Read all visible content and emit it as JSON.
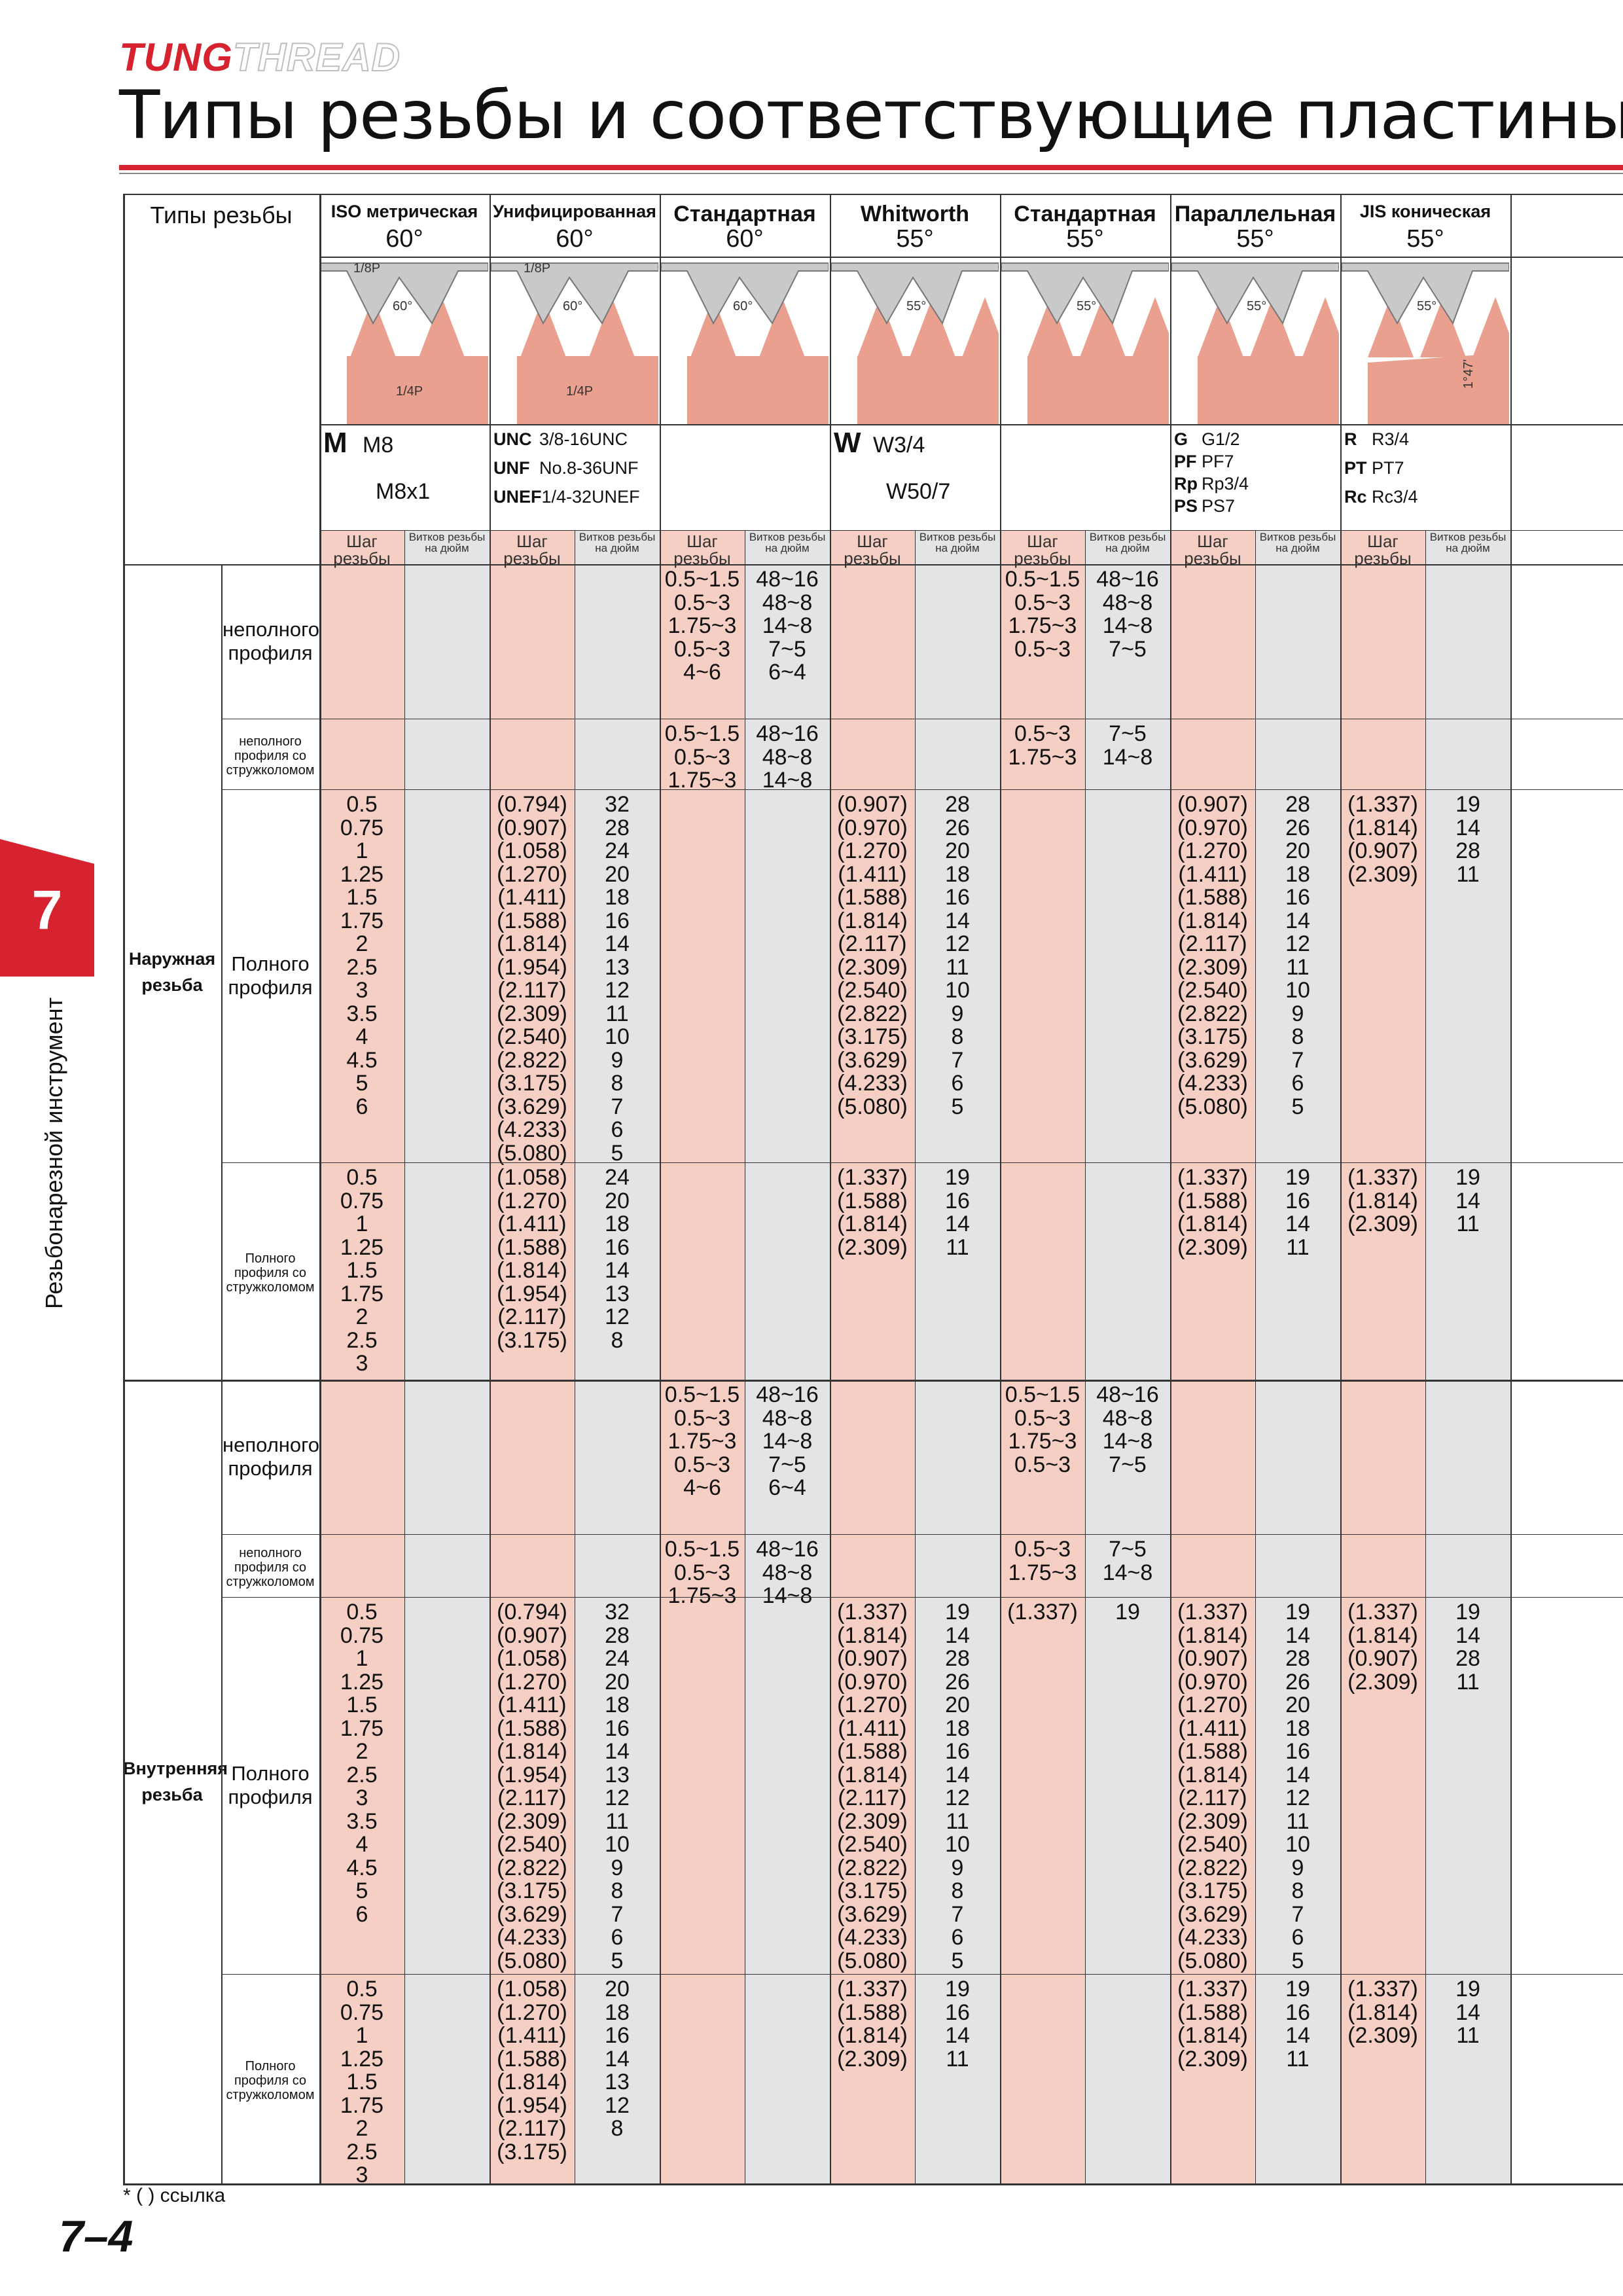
{
  "brand": {
    "part1": "TUNG",
    "part2": "THREAD"
  },
  "page_title": "Типы резьбы и соответствующие пластины",
  "corner_label": "Типы резьбы",
  "columns": [
    {
      "name": "ISO метрическая",
      "angle": "60°",
      "codes": [
        {
          "k": "M",
          "v": "M8"
        },
        {
          "k": "",
          "v": "M8x1"
        }
      ],
      "pitch": "Шаг резьбы",
      "tpi": "Витков резьбы на дюйм"
    },
    {
      "name": "Унифицированная",
      "angle": "60°",
      "codes": [
        {
          "k": "UNC",
          "v": "3/8-16UNC"
        },
        {
          "k": "UNF",
          "v": "No.8-36UNF"
        },
        {
          "k": "UNEF",
          "v": "1/4-32UNEF"
        }
      ],
      "pitch": "Шаг резьбы",
      "tpi": "Витков резьбы на дюйм"
    },
    {
      "name": "Стандартная",
      "angle": "60°",
      "codes": [],
      "pitch": "Шаг резьбы",
      "tpi": "Витков резьбы на дюйм"
    },
    {
      "name": "Whitworth",
      "angle": "55°",
      "codes": [
        {
          "k": "W",
          "v": "W3/4"
        },
        {
          "k": "",
          "v": "W50/7"
        }
      ],
      "pitch": "Шаг резьбы",
      "tpi": "Витков резьбы на дюйм"
    },
    {
      "name": "Стандартная",
      "angle": "55°",
      "codes": [],
      "pitch": "Шаг резьбы",
      "tpi": "Витков резьбы на дюйм"
    },
    {
      "name": "Параллельная",
      "angle": "55°",
      "codes": [
        {
          "k": "G",
          "v": "G1/2"
        },
        {
          "k": "PF",
          "v": "PF7"
        },
        {
          "k": "Rp",
          "v": "Rp3/4"
        },
        {
          "k": "PS",
          "v": "PS7"
        }
      ],
      "pitch": "Шаг резьбы",
      "tpi": "Витков резьбы на дюйм"
    },
    {
      "name": "JIS коническая",
      "angle": "55°",
      "codes": [
        {
          "k": "R",
          "v": "R3/4"
        },
        {
          "k": "PT",
          "v": "PT7"
        },
        {
          "k": "Rc",
          "v": "Rc3/4"
        }
      ],
      "pitch": "Шаг резьбы",
      "tpi": "Витков резьбы на дюйм"
    }
  ],
  "diagram_labels": {
    "crest": "1/8P",
    "root": "1/4P",
    "taper": "1°47'"
  },
  "groups": [
    {
      "label": "Наружная резьба",
      "rows": [
        {
          "label": "неполного профиля",
          "small": false,
          "cells": [
            [
              "",
              ""
            ],
            [
              "",
              ""
            ],
            [
              "0.5~1.5\n0.5~3\n1.75~3\n0.5~3\n4~6",
              "48~16\n48~8\n14~8\n7~5\n6~4"
            ],
            [
              "",
              ""
            ],
            [
              "0.5~1.5\n0.5~3\n1.75~3\n0.5~3",
              "48~16\n48~8\n14~8\n7~5"
            ],
            [
              "",
              ""
            ],
            [
              "",
              ""
            ]
          ]
        },
        {
          "label": "неполного профиля со стружколомом",
          "small": true,
          "cells": [
            [
              "",
              ""
            ],
            [
              "",
              ""
            ],
            [
              "0.5~1.5\n0.5~3\n1.75~3",
              "48~16\n48~8\n14~8"
            ],
            [
              "",
              ""
            ],
            [
              "0.5~3\n1.75~3",
              "7~5\n14~8"
            ],
            [
              "",
              ""
            ],
            [
              "",
              ""
            ]
          ]
        },
        {
          "label": "Полного профиля",
          "small": false,
          "cells": [
            [
              "0.5\n0.75\n1\n1.25\n1.5\n1.75\n2\n2.5\n3\n3.5\n4\n4.5\n5\n6",
              ""
            ],
            [
              "(0.794)\n(0.907)\n(1.058)\n(1.270)\n(1.411)\n(1.588)\n(1.814)\n(1.954)\n(2.117)\n(2.309)\n(2.540)\n(2.822)\n(3.175)\n(3.629)\n(4.233)\n(5.080)",
              "32\n28\n24\n20\n18\n16\n14\n13\n12\n11\n10\n9\n8\n7\n6\n5"
            ],
            [
              "",
              ""
            ],
            [
              "(0.907)\n(0.970)\n(1.270)\n(1.411)\n(1.588)\n(1.814)\n(2.117)\n(2.309)\n(2.540)\n(2.822)\n(3.175)\n(3.629)\n(4.233)\n(5.080)",
              "28\n26\n20\n18\n16\n14\n12\n11\n10\n9\n8\n7\n6\n5"
            ],
            [
              "",
              ""
            ],
            [
              "(0.907)\n(0.970)\n(1.270)\n(1.411)\n(1.588)\n(1.814)\n(2.117)\n(2.309)\n(2.540)\n(2.822)\n(3.175)\n(3.629)\n(4.233)\n(5.080)",
              "28\n26\n20\n18\n16\n14\n12\n11\n10\n9\n8\n7\n6\n5"
            ],
            [
              "(1.337)\n(1.814)\n(0.907)\n(2.309)",
              "19\n14\n28\n11"
            ]
          ]
        },
        {
          "label": "Полного профиля со стружколомом",
          "small": true,
          "cells": [
            [
              "0.5\n0.75\n1\n1.25\n1.5\n1.75\n2\n2.5\n3",
              ""
            ],
            [
              "(1.058)\n(1.270)\n(1.411)\n(1.588)\n(1.814)\n(1.954)\n(2.117)\n(3.175)",
              "24\n20\n18\n16\n14\n13\n12\n8"
            ],
            [
              "",
              ""
            ],
            [
              "(1.337)\n(1.588)\n(1.814)\n(2.309)",
              "19\n16\n14\n11"
            ],
            [
              "",
              ""
            ],
            [
              "(1.337)\n(1.588)\n(1.814)\n(2.309)",
              "19\n16\n14\n11"
            ],
            [
              "(1.337)\n(1.814)\n(2.309)",
              "19\n14\n11"
            ]
          ]
        }
      ]
    },
    {
      "label": "Внутренняя резьба",
      "rows": [
        {
          "label": "неполного профиля",
          "small": false,
          "cells": [
            [
              "",
              ""
            ],
            [
              "",
              ""
            ],
            [
              "0.5~1.5\n0.5~3\n1.75~3\n0.5~3\n4~6",
              "48~16\n48~8\n14~8\n7~5\n6~4"
            ],
            [
              "",
              ""
            ],
            [
              "0.5~1.5\n0.5~3\n1.75~3\n0.5~3",
              "48~16\n48~8\n14~8\n7~5"
            ],
            [
              "",
              ""
            ],
            [
              "",
              ""
            ]
          ]
        },
        {
          "label": "неполного профиля со стружколомом",
          "small": true,
          "cells": [
            [
              "",
              ""
            ],
            [
              "",
              ""
            ],
            [
              "0.5~1.5\n0.5~3\n1.75~3",
              "48~16\n48~8\n14~8"
            ],
            [
              "",
              ""
            ],
            [
              "0.5~3\n1.75~3",
              "7~5\n14~8"
            ],
            [
              "",
              ""
            ],
            [
              "",
              ""
            ]
          ]
        },
        {
          "label": "Полного профиля",
          "small": false,
          "cells": [
            [
              "0.5\n0.75\n1\n1.25\n1.5\n1.75\n2\n2.5\n3\n3.5\n4\n4.5\n5\n6",
              ""
            ],
            [
              "(0.794)\n(0.907)\n(1.058)\n(1.270)\n(1.411)\n(1.588)\n(1.814)\n(1.954)\n(2.117)\n(2.309)\n(2.540)\n(2.822)\n(3.175)\n(3.629)\n(4.233)\n(5.080)",
              "32\n28\n24\n20\n18\n16\n14\n13\n12\n11\n10\n9\n8\n7\n6\n5"
            ],
            [
              "",
              ""
            ],
            [
              "(1.337)\n(1.814)\n(0.907)\n(0.970)\n(1.270)\n(1.411)\n(1.588)\n(1.814)\n(2.117)\n(2.309)\n(2.540)\n(2.822)\n(3.175)\n(3.629)\n(4.233)\n(5.080)",
              "19\n14\n28\n26\n20\n18\n16\n14\n12\n11\n10\n9\n8\n7\n6\n5"
            ],
            [
              "(1.337)",
              "19"
            ],
            [
              "(1.337)\n(1.814)\n(0.907)\n(0.970)\n(1.270)\n(1.411)\n(1.588)\n(1.814)\n(2.117)\n(2.309)\n(2.540)\n(2.822)\n(3.175)\n(3.629)\n(4.233)\n(5.080)",
              "19\n14\n28\n26\n20\n18\n16\n14\n12\n11\n10\n9\n8\n7\n6\n5"
            ],
            [
              "(1.337)\n(1.814)\n(0.907)\n(2.309)",
              "19\n14\n28\n11"
            ]
          ]
        },
        {
          "label": "Полного профиля со стружколомом",
          "small": true,
          "cells": [
            [
              "0.5\n0.75\n1\n1.25\n1.5\n1.75\n2\n2.5\n3",
              ""
            ],
            [
              "(1.058)\n(1.270)\n(1.411)\n(1.588)\n(1.814)\n(1.954)\n(2.117)\n(3.175)",
              "20\n18\n16\n14\n13\n12\n8"
            ],
            [
              "",
              ""
            ],
            [
              "(1.337)\n(1.588)\n(1.814)\n(2.309)",
              "19\n16\n14\n11"
            ],
            [
              "",
              ""
            ],
            [
              "(1.337)\n(1.588)\n(1.814)\n(2.309)",
              "19\n16\n14\n11"
            ],
            [
              "(1.337)\n(1.814)\n(2.309)",
              "19\n14\n11"
            ]
          ]
        }
      ]
    }
  ],
  "side_tab": {
    "number": "7",
    "text": "Резьбонарезной инструмент"
  },
  "footnote": "* ( ) ссылка",
  "page_number": "7–4",
  "colors": {
    "accent": "#d6232f",
    "pink": "#f5cfc4",
    "gray": "#e3e4e5",
    "insert": "#c9c9c9",
    "thread": "#e9a08f"
  }
}
